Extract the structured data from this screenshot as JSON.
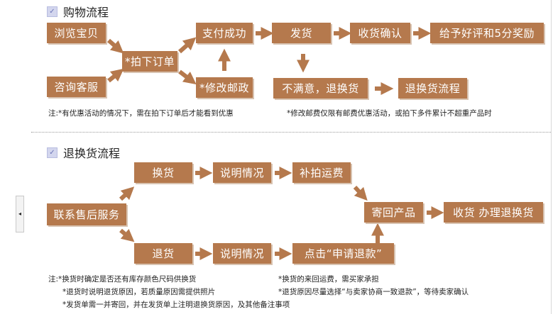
{
  "sections": {
    "shopping": {
      "title": "购物流程"
    },
    "returns": {
      "title": "退换货流程"
    }
  },
  "shopping_flow": {
    "browse": "浏览宝贝",
    "consult": "咨询客服",
    "place_order": "*拍下订单",
    "pay_success": "支付成功",
    "modify_postage": "*修改邮政",
    "ship": "发货",
    "receive_confirm": "收货确认",
    "rate": "给予好评和5分奖励",
    "unsatisfied": "不满意，退换货",
    "return_process": "退换货流程"
  },
  "shopping_notes": {
    "prefix": "注:",
    "note1": "*有优惠活动的情况下，需在拍下订单后才能看到优惠",
    "note2": "*修改邮费仅限有邮费优惠活动，或拍下多件累计不超重产品时"
  },
  "return_flow": {
    "contact_service": "联系售后服务",
    "exchange": "换货",
    "explain1": "说明情况",
    "extra_shipping": "补拍运费",
    "refund": "退货",
    "explain2": "说明情况",
    "click_refund": "点击“申请退款”",
    "send_back": "寄回产品",
    "receive_handle": "收货 办理退换货"
  },
  "return_notes": {
    "prefix": "注:",
    "n1": "*换货时确定是否还有库存颜色尺码供换货",
    "n2": "*换货的来回运费，需买家承担",
    "n3": "*退货时说明退货原因，若质量原因需提供照片",
    "n4": "*退货原因尽量选择“与卖家协商一致退款”，等待卖家确认",
    "n5": "*发货单需一并寄回，并在发货单上注明退换货原因，及其他备注事项"
  },
  "colors": {
    "box": "#b5794d",
    "box_shadow": "#d8c3b1",
    "arrow": "#b5794d"
  },
  "icons": {
    "section_check": "check-icon",
    "side_tab": "caret-left-icon"
  },
  "side_tab_glyph": "◂"
}
